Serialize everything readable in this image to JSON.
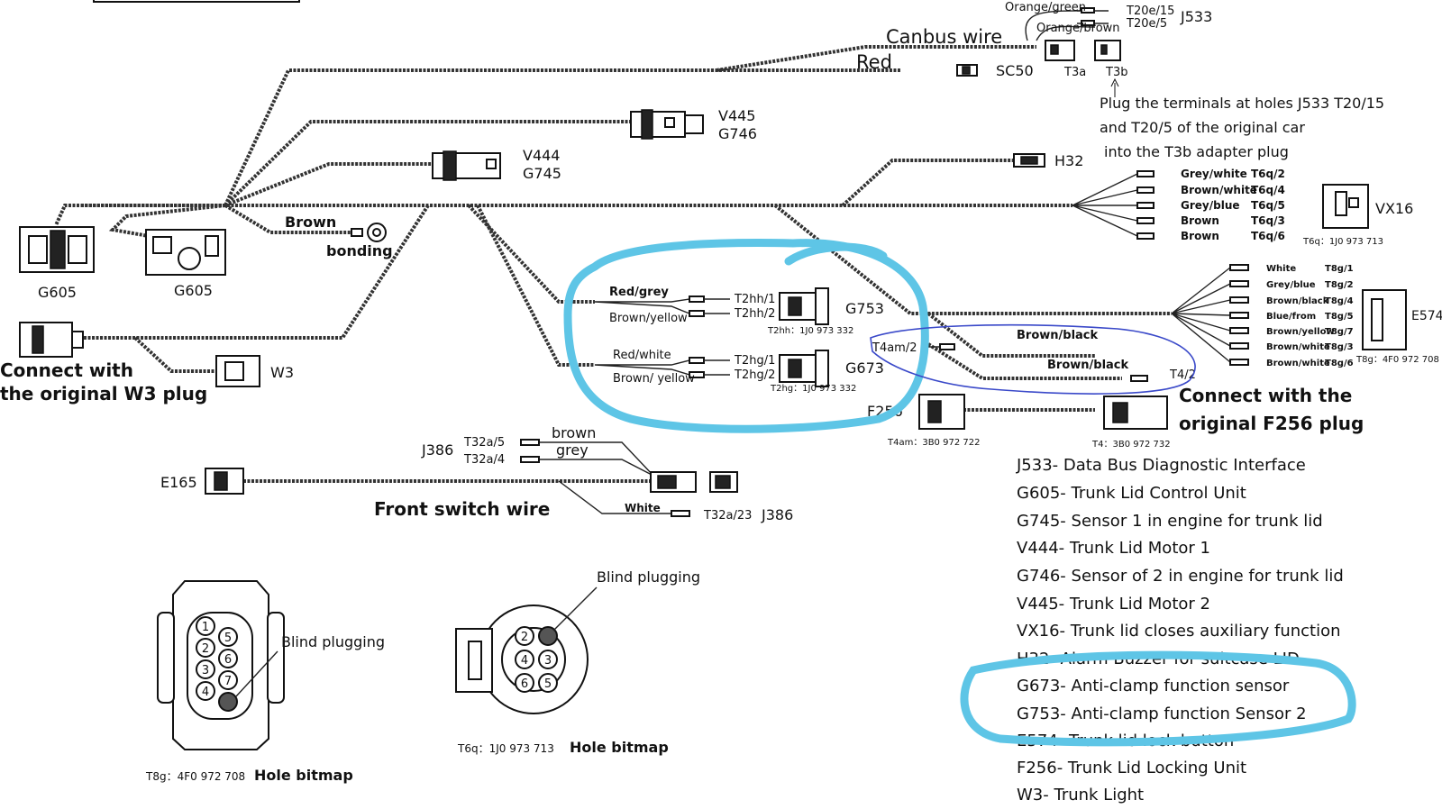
{
  "wire_labels": {
    "canbus": "Canbus wire",
    "red": "Red",
    "brown": "Brown",
    "bonding": "bonding",
    "front_switch": "Front switch wire",
    "connect_w3_1": "Connect with",
    "connect_w3_2": "the original W3 plug",
    "connect_f256_1": "Connect with the",
    "connect_f256_2": "original F256 plug",
    "orange_green": "Orange/green",
    "orange_brown": "Orange/brown",
    "brown_j386": "brown",
    "grey_j386": "grey",
    "white_j386": "White",
    "brown_black_1": "Brown/black",
    "brown_black_2": "Brown/black"
  },
  "components": {
    "j533": "J533",
    "t20e15": "T20e/15",
    "t20e5": "T20e/5",
    "t3a": "T3a",
    "t3b": "T3b",
    "sc50": "SC50",
    "v445": "V445",
    "g746": "G746",
    "v444": "V444",
    "g745": "G745",
    "h32": "H32",
    "vx16": "VX16",
    "g605_left": "G605",
    "g605_right": "G605",
    "w3": "W3",
    "g753": "G753",
    "g673": "G673",
    "e574": "E574",
    "f256": "F256",
    "e165": "E165",
    "j386_left": "J386",
    "j386_right": "J386"
  },
  "plug_note": [
    "Plug the terminals at holes J533 T20/15",
    "and T20/5 of the original car",
    "into the T3b adapter plug"
  ],
  "vx16_pins": [
    {
      "color": "Grey/white",
      "pin": "T6q/2"
    },
    {
      "color": "Brown/white",
      "pin": "T6q/4"
    },
    {
      "color": "Grey/blue",
      "pin": "T6q/5"
    },
    {
      "color": "Brown",
      "pin": "T6q/3"
    },
    {
      "color": "Brown",
      "pin": "T6q/6"
    }
  ],
  "vx16_part": "T6q：1J0 973 713",
  "e574_pins": [
    {
      "color": "White",
      "pin": "T8g/1"
    },
    {
      "color": "Grey/blue",
      "pin": "T8g/2"
    },
    {
      "color": "Brown/black",
      "pin": "T8g/4"
    },
    {
      "color": "Blue/from",
      "pin": "T8g/5"
    },
    {
      "color": "Brown/yellow",
      "pin": "T8g/7"
    },
    {
      "color": "Brown/white",
      "pin": "T8g/3"
    },
    {
      "color": "Brown/white",
      "pin": "T8g/6"
    }
  ],
  "e574_part": "T8g：4F0 972 708",
  "g753_block": {
    "wire1": "Red/grey",
    "wire2": "Brown/yellow",
    "pin1": "T2hh/1",
    "pin2": "T2hh/2",
    "part": "T2hh：1J0 973 332"
  },
  "g673_block": {
    "wire1": "Red/white",
    "wire2": "Brown/ yellow",
    "pin1": "T2hg/1",
    "pin2": "T2hg/2",
    "part": "T2hg：1J0 973 332"
  },
  "f256_block": {
    "t4am2": "T4am/2",
    "t42": "T4/2",
    "t4am_part": "T4am：3B0 972 722",
    "t4_part": "T4：3B0 972 732"
  },
  "j386_pins": {
    "a5": "T32a/5",
    "a4": "T32a/4",
    "a23": "T32a/23"
  },
  "bitmaps": {
    "blind_left": "Blind plugging",
    "blind_right": "Blind plugging",
    "t8g_caption_part": "T8g：4F0 972 708",
    "t8g_caption_text": "Hole bitmap",
    "t6q_caption_part": "T6q：1J0 973 713",
    "t6q_caption_text": "Hole bitmap",
    "t8g_holes": [
      "1",
      "2",
      "3",
      "4",
      "5",
      "6",
      "7"
    ],
    "t6q_holes": [
      "2",
      "4",
      "3",
      "6",
      "5"
    ]
  },
  "legend": [
    "J533- Data Bus Diagnostic Interface",
    "G605- Trunk Lid Control Unit",
    "G745- Sensor 1 in engine for trunk lid",
    "V444- Trunk Lid Motor 1",
    "G746- Sensor of 2 in engine for trunk lid",
    "V445- Trunk Lid Motor 2",
    "VX16- Trunk lid closes auxiliary function",
    "H32- Alarm Buzzer for suitcase LID",
    "G673- Anti-clamp function sensor",
    "G753- Anti-clamp function Sensor 2",
    "E574- Trunk lid lock button",
    "F256- Trunk Lid Locking Unit",
    "W3- Trunk Light"
  ],
  "highlight_color": "#5ec5e6",
  "thin_outline_color": "#3a49c9"
}
